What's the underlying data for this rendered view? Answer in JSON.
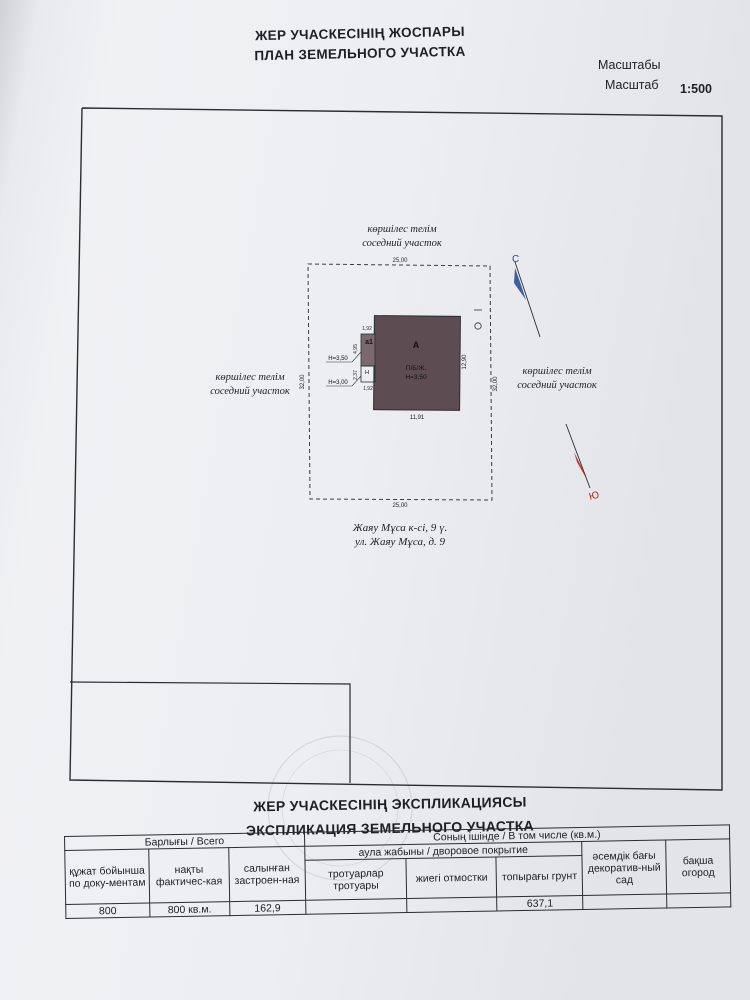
{
  "header": {
    "title_kz": "ЖЕР УЧАСКЕСІНІҢ ЖОСПАРЫ",
    "title_ru": "ПЛАН ЗЕМЕЛЬНОГО УЧАСТКА",
    "scale_label_kz": "Масштабы",
    "scale_label_ru": "Масштаб",
    "scale_value": "1:500"
  },
  "plan": {
    "neighbor_top_kz": "көршілес телім",
    "neighbor_top_ru": "соседний участок",
    "neighbor_left_kz": "көршілес телім",
    "neighbor_left_ru": "соседний участок",
    "neighbor_right_kz": "көршілес телім",
    "neighbor_right_ru": "соседний участок",
    "plot_top_dim": "25,00",
    "plot_bottom_dim": "25,00",
    "plot_left_dim": "32,00",
    "plot_right_dim": "32,00",
    "building_letter": "А",
    "building_desc": "П/Б/Ж.",
    "building_height": "Н=3,50",
    "building_bottom_dim": "11,91",
    "building_right_dim": "12,90",
    "annex_label": "а1",
    "annex_height_a": "Н=3,50",
    "annex_height_b": "Н=3,00",
    "annex_letter": "Н",
    "dim_top_small": "1,92",
    "dim_side_a": "4,95",
    "dim_side_b": "2,37",
    "dim_bottom_small": "1,92",
    "compass_north": "С",
    "compass_south": "Ю",
    "address_kz": "Жаяу Мұса к-сі, 9 ү.",
    "address_ru": "ул. Жаяу Мұса, д. 9"
  },
  "explication": {
    "title_kz": "ЖЕР УЧАСКЕСІНІҢ ЭКСПЛИКАЦИЯСЫ",
    "title_ru": "ЭКСПЛИКАЦИЯ ЗЕМЕЛЬНОГО УЧАСТКА",
    "header_total": "Барлығы / Всего",
    "header_including": "Соның ішінде / В том числе (кв.м.)",
    "header_doc": "құжат бойынша по доку-ментам",
    "header_actual": "нақты фактичес-кая",
    "header_built": "салынған застроен-ная",
    "header_yard": "аула жабыны / дворовое покрытие",
    "header_sidewalks": "тротуарлар тротуары",
    "header_blind": "жиегі отмостки",
    "header_soil": "топырағы грунт",
    "header_decor": "әсемдік бағы декоратив-ный сад",
    "header_garden": "бақша огород",
    "val_doc": "800",
    "val_actual": "800 кв.м.",
    "val_built": "162,9",
    "val_sidewalks": "",
    "val_blind": "",
    "val_soil": "637,1",
    "val_decor": "",
    "val_garden": ""
  }
}
